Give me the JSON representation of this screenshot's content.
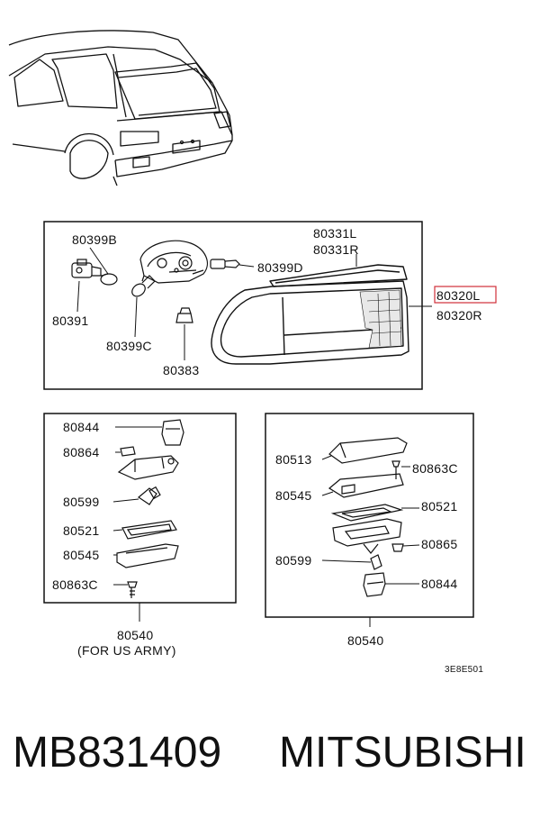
{
  "diagram": {
    "labels": {
      "b80399B": "80399B",
      "b80391": "80391",
      "b80399C": "80399C",
      "b80383": "80383",
      "b80331L": "80331L",
      "b80331R": "80331R",
      "b80399D": "80399D",
      "b80320L": "80320L",
      "b80320R": "80320R",
      "l80844": "80844",
      "l80864": "80864",
      "l80599": "80599",
      "l80521": "80521",
      "l80545": "80545",
      "l80863C": "80863C",
      "l80540": "80540",
      "l_army": "(FOR US ARMY)",
      "r80513": "80513",
      "r80863C": "80863C",
      "r80545": "80545",
      "r80521": "80521",
      "r80865": "80865",
      "r80599": "80599",
      "r80844": "80844",
      "r80540": "80540",
      "code": "3E8E501"
    },
    "highlight_color": "#d0303a"
  },
  "footer": {
    "part_number": "MB831409",
    "brand": "MITSUBISHI"
  }
}
